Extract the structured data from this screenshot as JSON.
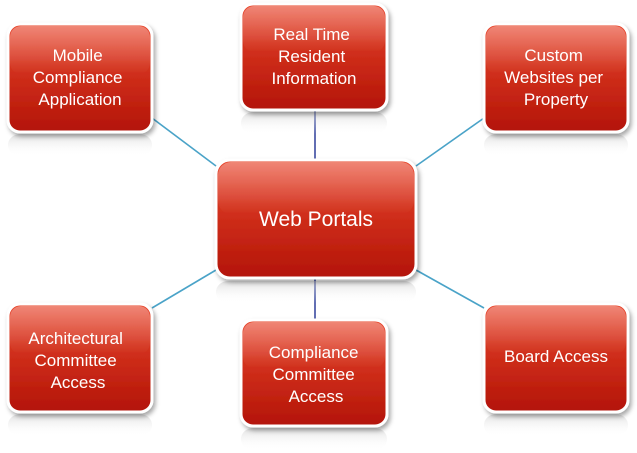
{
  "colors": {
    "node_fill_top": "#e8452c",
    "node_fill_bottom": "#b31407",
    "node_border": "#ffffff",
    "text": "#ffffff",
    "connector_horizontal": "#4aa3c8",
    "connector_vertical": "#3a4aa0"
  },
  "center": {
    "label": "Web Portals"
  },
  "nodes": {
    "mobile": {
      "lines": [
        "Mobile",
        "Compliance",
        "Application"
      ]
    },
    "realtime": {
      "lines": [
        "Real Time",
        "Resident",
        "Information"
      ]
    },
    "custom": {
      "lines": [
        "Custom",
        "Websites per",
        "Property"
      ]
    },
    "architectural": {
      "lines": [
        "Architectural",
        "Committee",
        "Access"
      ]
    },
    "compliance": {
      "lines": [
        "Compliance",
        "Committee",
        "Access"
      ]
    },
    "board": {
      "lines": [
        "Board Access"
      ]
    }
  }
}
